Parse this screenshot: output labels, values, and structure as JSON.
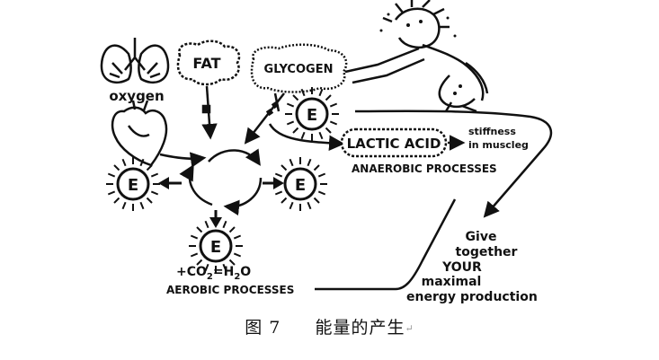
{
  "diagram": {
    "organs": {
      "lungs_label": "oxygen",
      "fat_label": "FAT",
      "glycogen_label": "GLYCOGEN"
    },
    "energy_symbol": "E",
    "anaerobic": {
      "lactic_acid": "LACTIC ACID",
      "stiffness_line1": "stiffness",
      "stiffness_line2": "in muscleg",
      "title": "ANAEROBIC PROCESSES"
    },
    "aerobic": {
      "products_plus": "+CO",
      "co2_sub": "2",
      "products_mid": "=H",
      "h2o_sub": "2",
      "products_end": "O",
      "title": "AEROBIC PROCESSES"
    },
    "together": {
      "line1": "Give",
      "line2": "together",
      "line3": "YOUR",
      "line4": "maximal",
      "line5": "energy production"
    }
  },
  "caption": {
    "figure_number": "图 7",
    "title": "能量的产生",
    "end_mark": "↵"
  }
}
